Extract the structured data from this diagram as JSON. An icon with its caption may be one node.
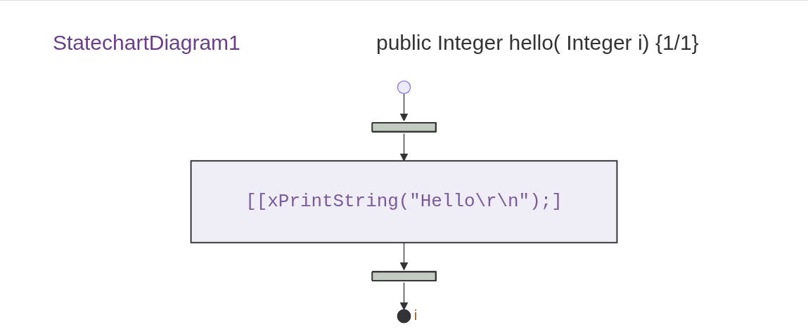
{
  "diagram": {
    "title": "StatechartDiagram1",
    "nodes": [
      {
        "text": [],
        "shape": "circle"
      },
      {
        "text": [],
        "shape": "bar"
      },
      {
        "text": [
          "[[xPrintString(\"Hello\\r\\n\");]"
        ]
      },
      {
        "text": [],
        "shape": "bar"
      },
      {
        "text": [],
        "shape": "circle",
        "beside": [
          "i"
        ]
      }
    ],
    "edges": [
      {
        "from": 0,
        "to": 1,
        "arrow": "to"
      },
      {
        "from": 1,
        "to": 2,
        "arrow": "to"
      },
      {
        "from": 2,
        "to": 3,
        "arrow": "to"
      },
      {
        "from": 3,
        "to": 4,
        "arrow": "to"
      }
    ],
    "labels": [
      "public Integer hello( Integer i) {1/1}"
    ]
  }
}
